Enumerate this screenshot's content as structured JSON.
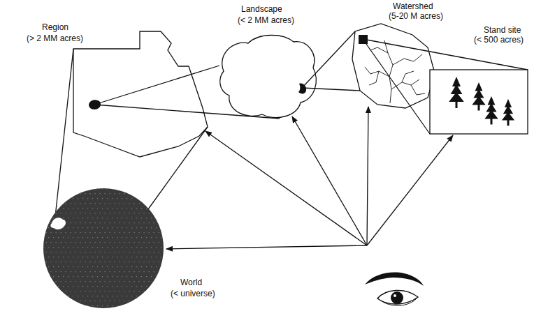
{
  "diagram": {
    "nodes": [
      {
        "text": [
          "Region",
          "(> 2 MM acres)"
        ]
      },
      {
        "text": [
          "Landscape",
          "(< 2 MM acres)"
        ]
      },
      {
        "text": [
          "Watershed",
          "(5-20 M acres)"
        ]
      },
      {
        "text": [
          "Stand site",
          "(< 500 acres)"
        ]
      },
      {
        "text": [
          "World",
          "(< universe)"
        ]
      }
    ],
    "edges": [
      {
        "from": 4,
        "to": 0,
        "arrow": "none"
      },
      {
        "from": 0,
        "to": 1,
        "arrow": "none"
      },
      {
        "from": 1,
        "to": 2,
        "arrow": "none"
      },
      {
        "from": 2,
        "to": 3,
        "arrow": "none"
      }
    ]
  }
}
